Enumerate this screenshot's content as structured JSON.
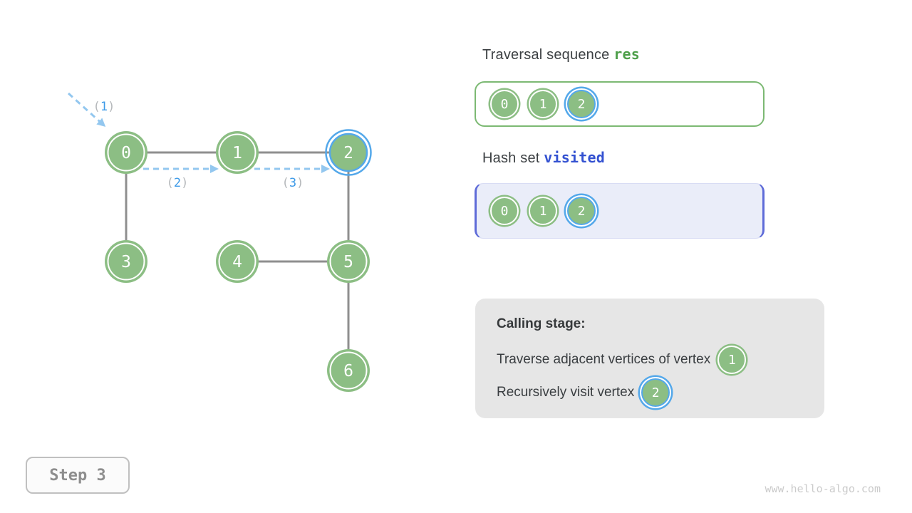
{
  "graph": {
    "nodes": [
      {
        "label": "0",
        "highlighted": false
      },
      {
        "label": "1",
        "highlighted": false
      },
      {
        "label": "2",
        "highlighted": true
      },
      {
        "label": "3",
        "highlighted": false
      },
      {
        "label": "4",
        "highlighted": false
      },
      {
        "label": "5",
        "highlighted": false
      },
      {
        "label": "6",
        "highlighted": false
      }
    ],
    "edges": [
      "0-1",
      "1-2",
      "0-3",
      "2-5",
      "4-5",
      "5-6"
    ],
    "step_arrows": [
      {
        "open": "(",
        "num": "1",
        "close": ")"
      },
      {
        "open": "(",
        "num": "2",
        "close": ")"
      },
      {
        "open": "(",
        "num": "3",
        "close": ")"
      }
    ]
  },
  "panels": {
    "traversal": {
      "title": "Traversal sequence",
      "code": "res",
      "items": [
        {
          "label": "0",
          "highlighted": false
        },
        {
          "label": "1",
          "highlighted": false
        },
        {
          "label": "2",
          "highlighted": true
        }
      ]
    },
    "visited": {
      "title": "Hash set",
      "code": "visited",
      "items": [
        {
          "label": "0",
          "highlighted": false
        },
        {
          "label": "1",
          "highlighted": false
        },
        {
          "label": "2",
          "highlighted": true
        }
      ]
    },
    "calling_stage": {
      "title": "Calling stage:",
      "lines": [
        {
          "text": "Traverse adjacent vertices of vertex",
          "vertex": "1",
          "highlighted": false
        },
        {
          "text": "Recursively visit vertex",
          "vertex": "2",
          "highlighted": true
        }
      ]
    }
  },
  "footer": {
    "step_label": "Step 3",
    "watermark": "www.hello-algo.com"
  },
  "colors": {
    "node_green": "#8cbe84",
    "highlight_blue": "#54a8ea",
    "dashed_arrow_blue": "#93c7ef",
    "edge_gray": "#8f8f8f",
    "res_code_green": "#4e9f4a",
    "visited_code_blue": "#3351d1",
    "visited_box_border": "#5e6bd8",
    "visited_box_bg": "#eaedf9",
    "seq_box_border": "#7cb973",
    "calling_box_bg": "#e6e6e6",
    "text_dark": "#3c4043"
  }
}
